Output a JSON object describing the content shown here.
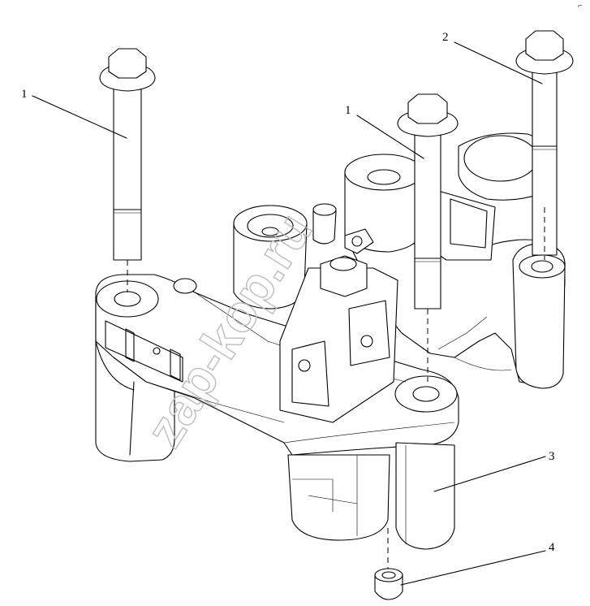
{
  "diagram": {
    "callouts": [
      {
        "id": "bolt-left",
        "label": "1"
      },
      {
        "id": "bolt-center",
        "label": "1"
      },
      {
        "id": "bolt-long",
        "label": "2"
      },
      {
        "id": "bridge-housing",
        "label": "3"
      },
      {
        "id": "sleeve",
        "label": "4"
      }
    ],
    "corner_mark": "⌐",
    "watermark": "zap-kop.ru"
  }
}
